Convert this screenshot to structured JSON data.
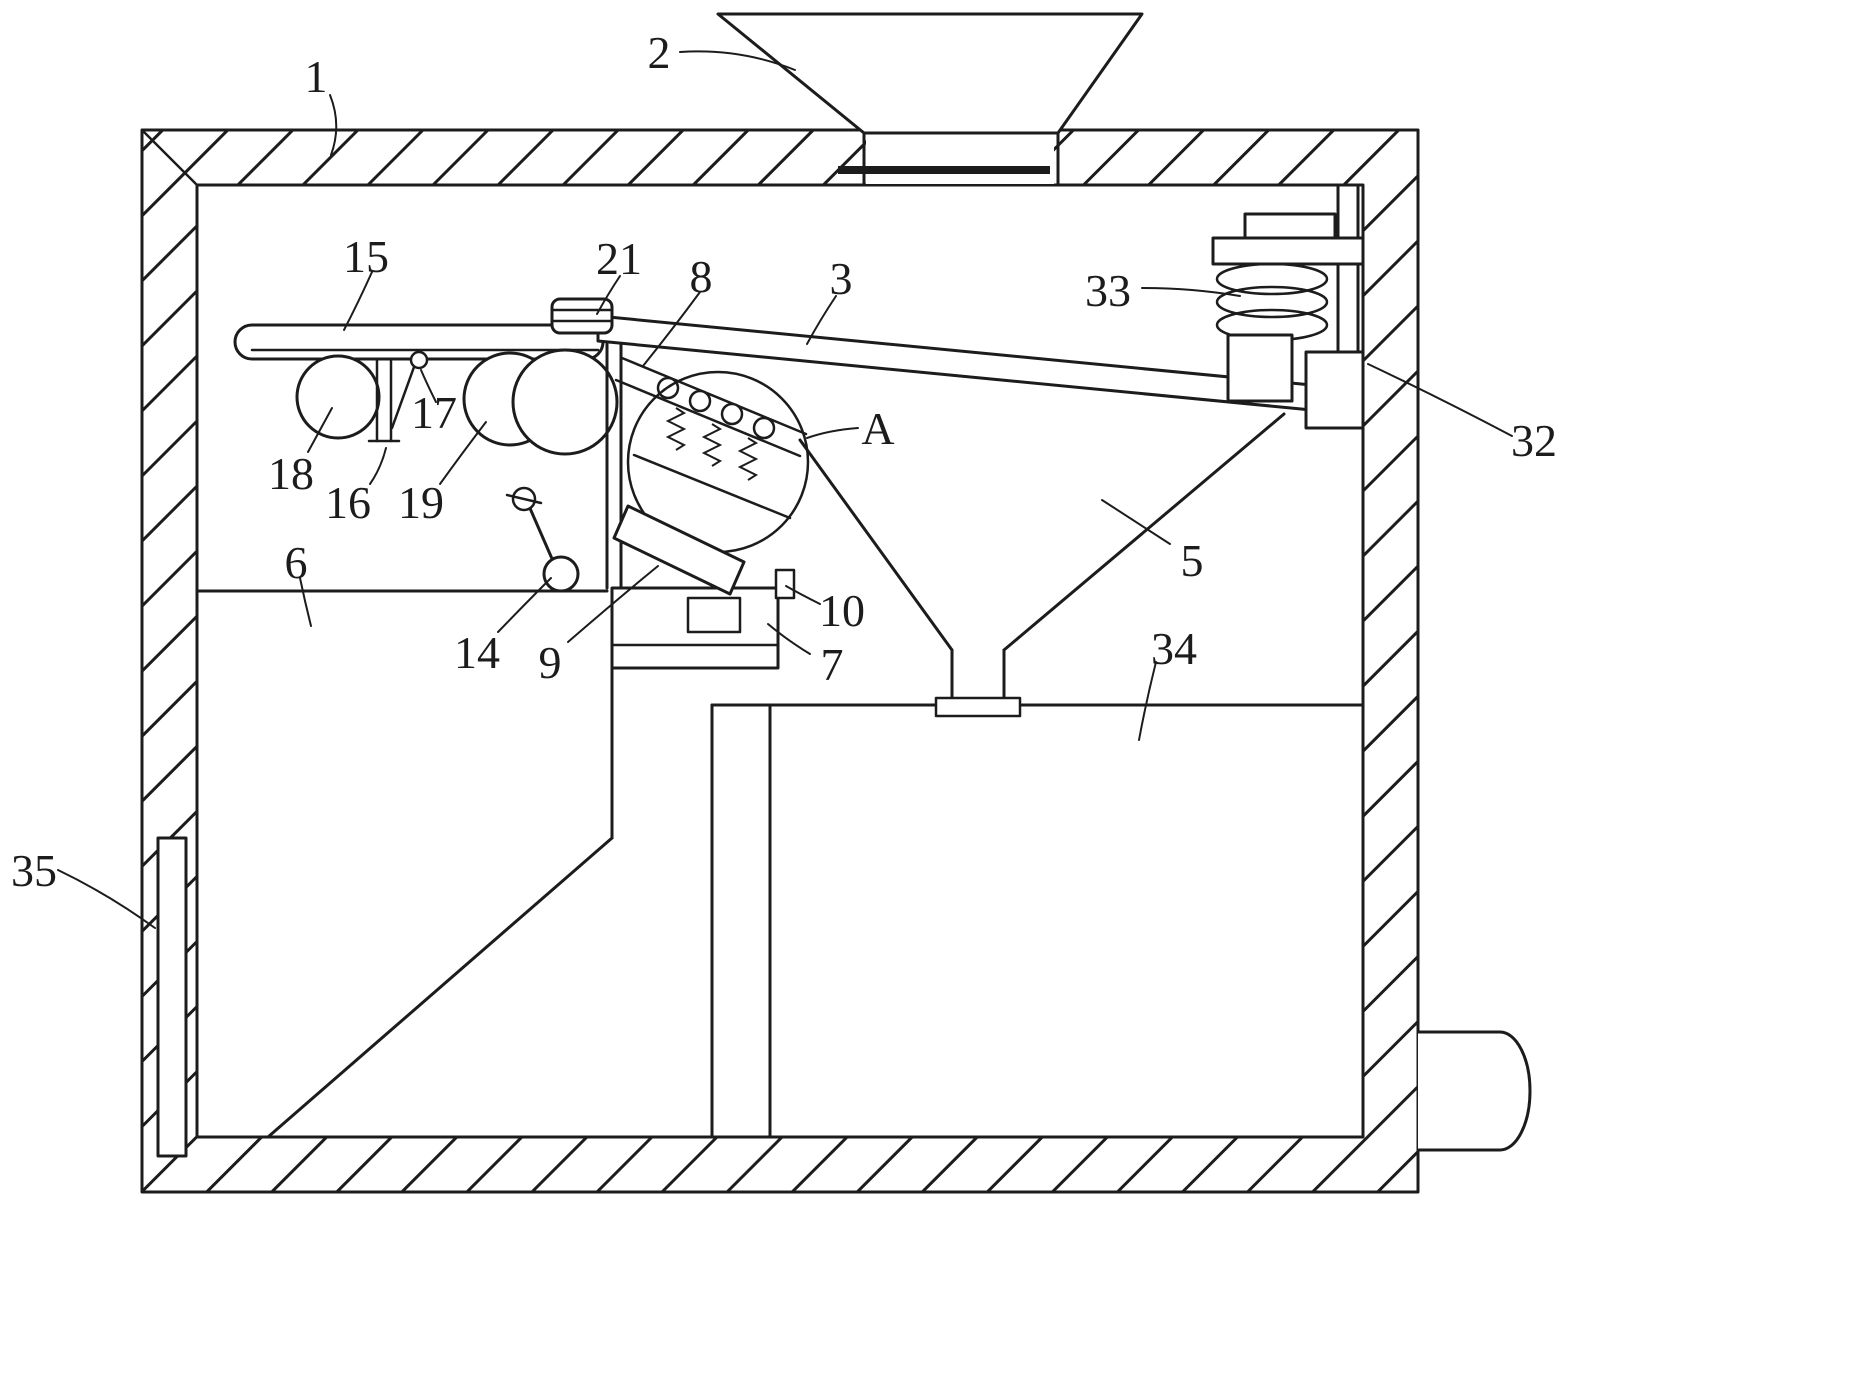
{
  "figure": {
    "type": "patent-line-drawing",
    "background_color": "#ffffff",
    "line_color": "#1c1c1c"
  },
  "labels": {
    "l1": "1",
    "l2": "2",
    "l3": "3",
    "l5": "5",
    "l6": "6",
    "l7": "7",
    "l8": "8",
    "l9": "9",
    "l10": "10",
    "l14": "14",
    "l15": "15",
    "l16": "16",
    "l17": "17",
    "l18": "18",
    "l19": "19",
    "l21": "21",
    "l32": "32",
    "l33": "33",
    "l34": "34",
    "l35": "35",
    "lA": "A"
  }
}
